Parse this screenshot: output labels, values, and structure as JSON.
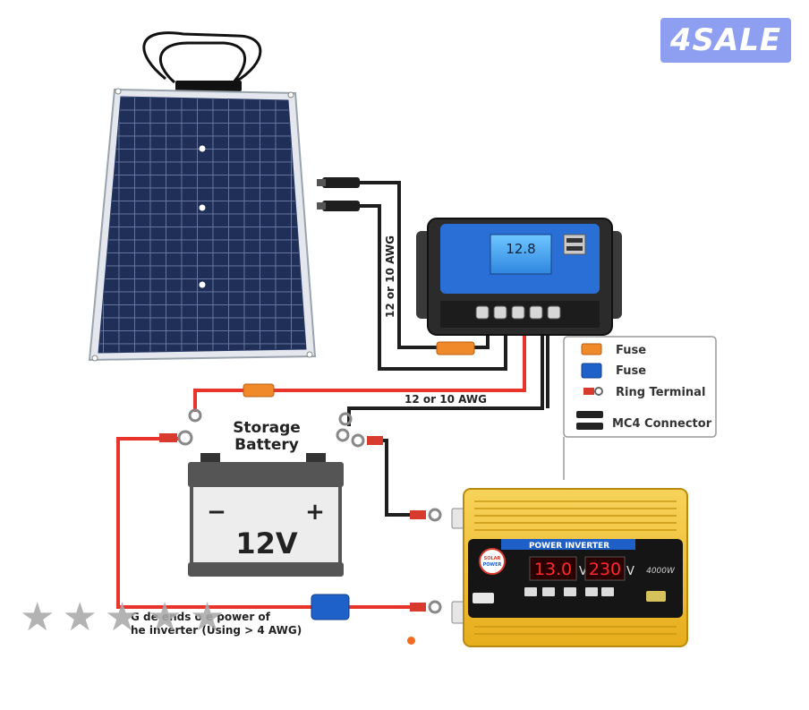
{
  "badge": {
    "text": "4SALE"
  },
  "diagram": {
    "wire_label_vertical": "12 or 10 AWG",
    "wire_label_horizontal": "12 or 10 AWG",
    "battery_label_line1": "Storage",
    "battery_label_line2": "Battery",
    "battery_voltage": "12V",
    "battery_minus": "−",
    "battery_plus": "+",
    "controller_display": "12.8",
    "inverter_title": "POWER INVERTER",
    "inverter_brand_line1": "SOLAR",
    "inverter_brand_line2": "POWER",
    "inverter_display_left": "13.0",
    "inverter_unit_left": "V",
    "inverter_display_right": "230",
    "inverter_unit_right": "V",
    "inverter_power": "4000W",
    "note_line1": "G de ends o e power of",
    "note_line2": "he inverter (Using > 4 AWG)"
  },
  "legend": {
    "items": [
      {
        "label": "Fuse",
        "icon": "orange-fuse-icon",
        "color": "#f0892a"
      },
      {
        "label": "Fuse",
        "icon": "blue-fuse-icon",
        "color": "#1e62c9"
      },
      {
        "label": "Ring Terminal",
        "icon": "ring-terminal-icon",
        "color": "#d83a2e"
      },
      {
        "label": "MC4 Connector",
        "icon": "mc4-connector-icon",
        "color": "#222222"
      }
    ]
  },
  "rating": {
    "stars_total": 5,
    "stars_filled": 0,
    "star_color": "#a9a9a9"
  },
  "colors": {
    "red_wire": "#e8342b",
    "black_wire": "#1e1e1e",
    "inverter_yellow": "#f4c531",
    "badge_bg": "#8e9ef0"
  }
}
